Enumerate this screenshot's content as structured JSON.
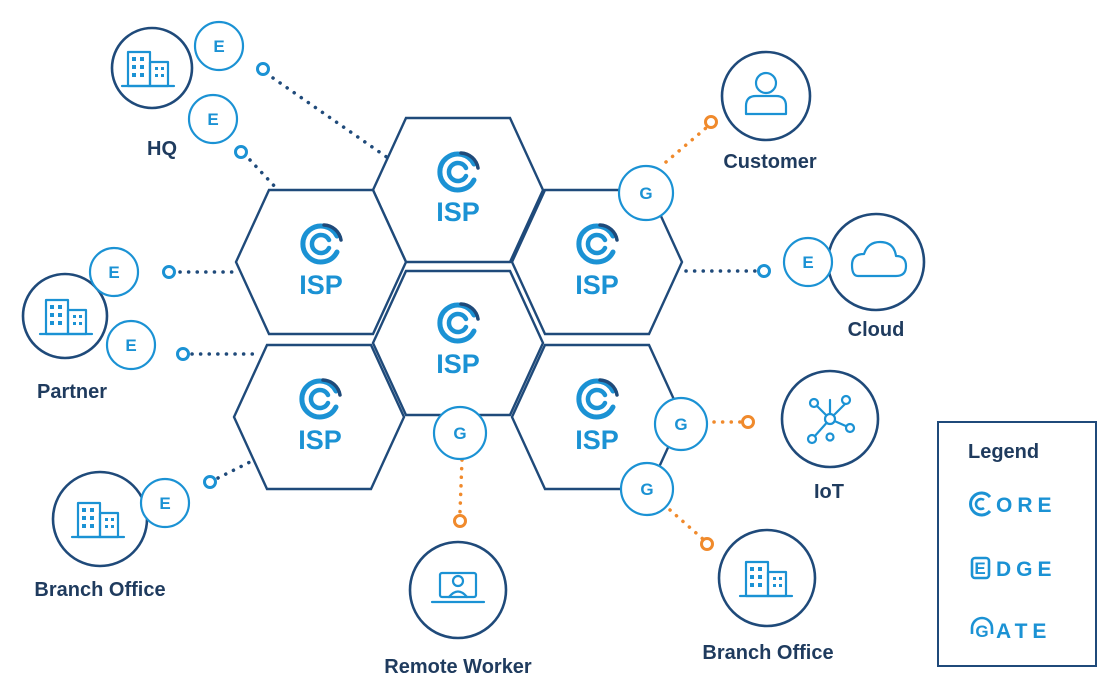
{
  "isp_label": "ISP",
  "labels": {
    "hq": "HQ",
    "partner": "Partner",
    "branch_office_left": "Branch Office",
    "remote_worker": "Remote Worker",
    "branch_office_right": "Branch Office",
    "iot": "IoT",
    "cloud": "Cloud",
    "customer": "Customer"
  },
  "badges": {
    "edge": "E",
    "gate": "G"
  },
  "legend": {
    "title": "Legend",
    "items": [
      {
        "letter": "C",
        "word": "ORE"
      },
      {
        "letter": "E",
        "word": "DGE"
      },
      {
        "letter": "G",
        "word": "ATE"
      }
    ]
  },
  "colors": {
    "navy": "#1f4a7a",
    "blue": "#1b92d4",
    "orange": "#f08a2c",
    "label": "#1f3b5e"
  },
  "icons": [
    "building-icon",
    "user-icon",
    "cloud-icon",
    "network-icon",
    "laptop-user-icon"
  ]
}
